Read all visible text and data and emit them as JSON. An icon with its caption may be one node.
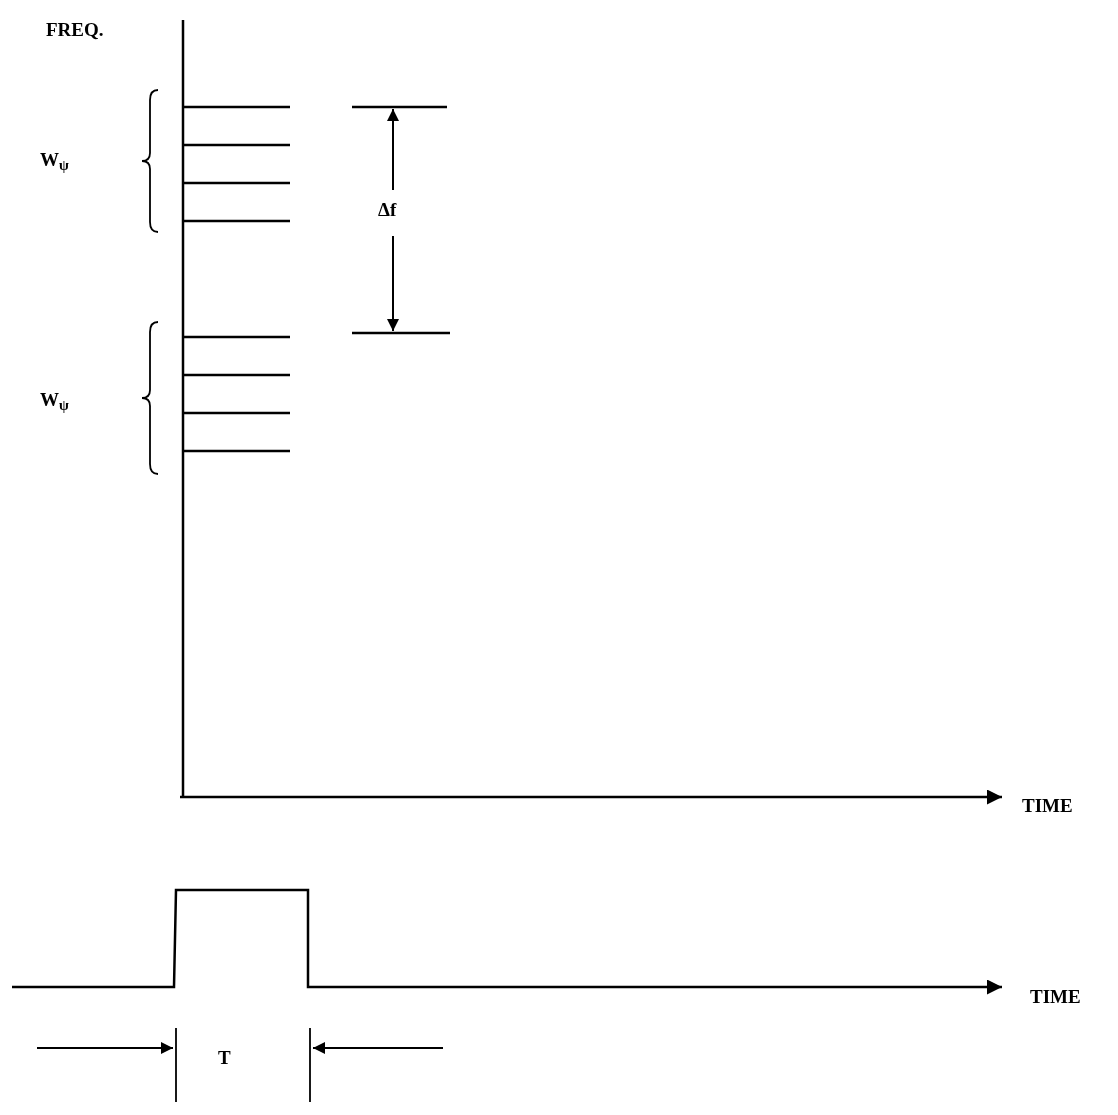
{
  "diagram": {
    "labels": [
      "FREQ.",
      "W$_{ψ}$",
      "Δf",
      "W$_{ψ}$",
      "TIME",
      "TIME",
      "T"
    ]
  }
}
